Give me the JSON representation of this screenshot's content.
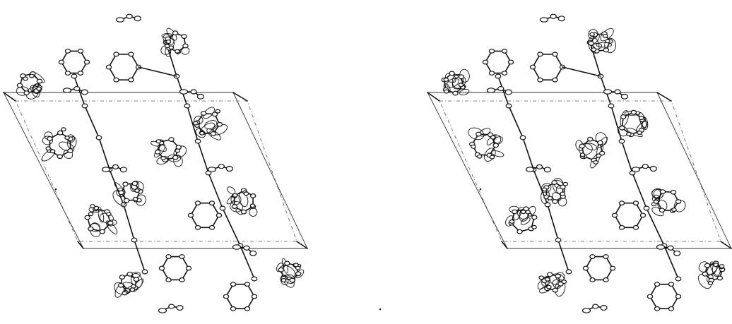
{
  "figure": {
    "kind": "stereo-pair crystal packing diagram",
    "views": [
      {
        "id": "left-view"
      },
      {
        "id": "right-view"
      }
    ],
    "colors": {
      "ink": "#111111",
      "paper": "#ffffff"
    }
  }
}
